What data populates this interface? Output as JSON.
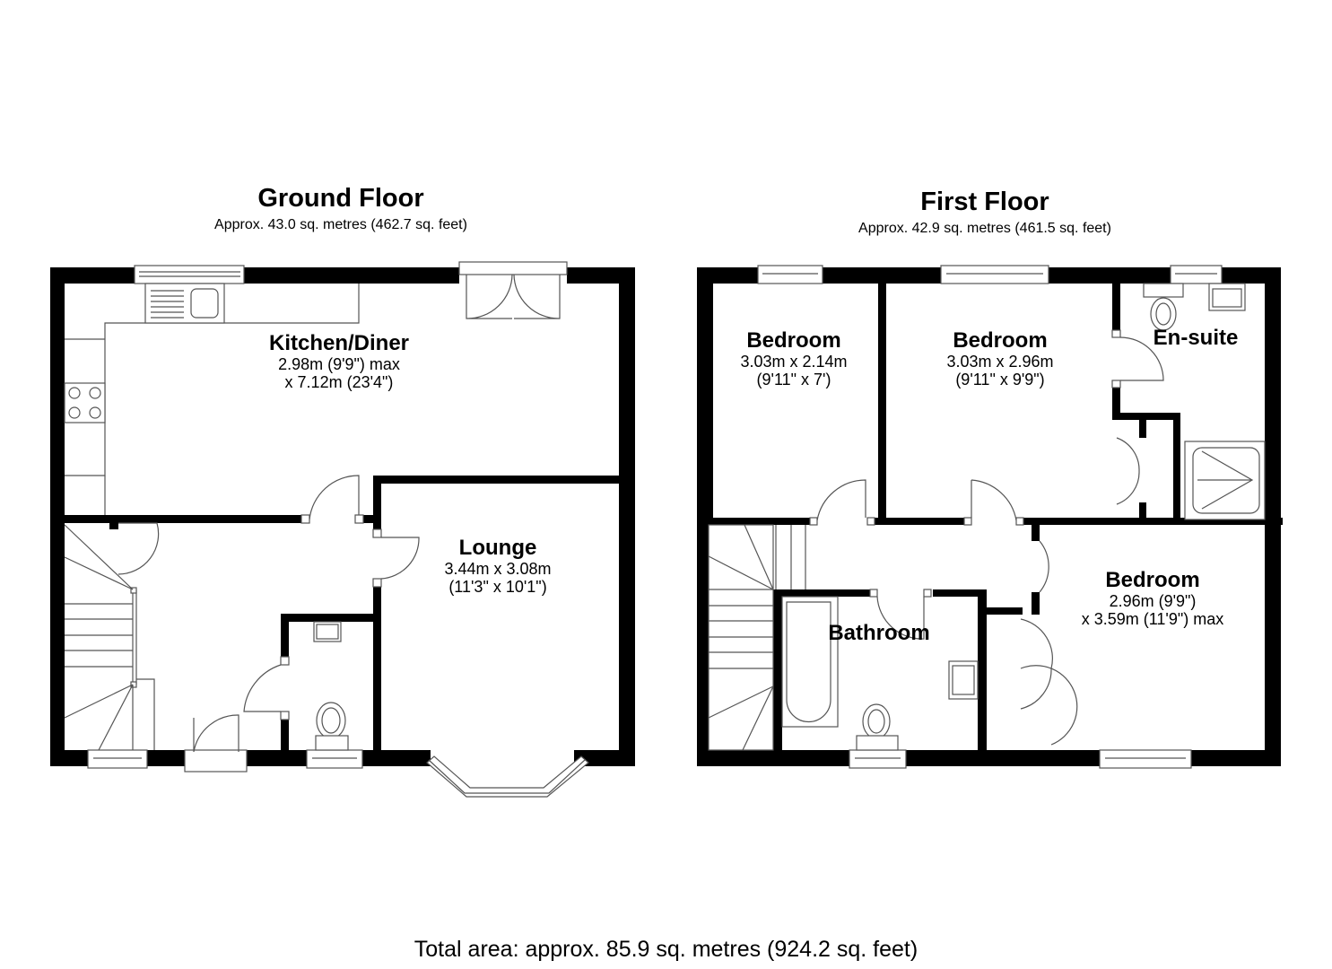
{
  "ground_floor": {
    "title": "Ground Floor",
    "area": "Approx. 43.0 sq. metres (462.7 sq. feet)",
    "rooms": [
      {
        "name": "Kitchen/Diner",
        "dim1": "2.98m (9'9\") max",
        "dim2": "x 7.12m (23'4\")"
      },
      {
        "name": "Lounge",
        "dim1": "3.44m x 3.08m",
        "dim2": "(11'3\" x 10'1\")"
      }
    ]
  },
  "first_floor": {
    "title": "First Floor",
    "area": "Approx. 42.9 sq. metres (461.5 sq. feet)",
    "rooms": [
      {
        "name": "Bedroom",
        "dim1": "3.03m x 2.14m",
        "dim2": "(9'11\" x 7')"
      },
      {
        "name": "Bedroom",
        "dim1": "3.03m x 2.96m",
        "dim2": "(9'11\" x 9'9\")"
      },
      {
        "name": "En-suite"
      },
      {
        "name": "Bedroom",
        "dim1": "2.96m (9'9\")",
        "dim2": "x 3.59m (11'9\") max"
      },
      {
        "name": "Bathroom"
      }
    ]
  },
  "total_area": "Total area: approx. 85.9 sq. metres (924.2 sq. feet)",
  "colors": {
    "wall": "#000000",
    "fixture_line": "#555555",
    "background": "#ffffff"
  }
}
